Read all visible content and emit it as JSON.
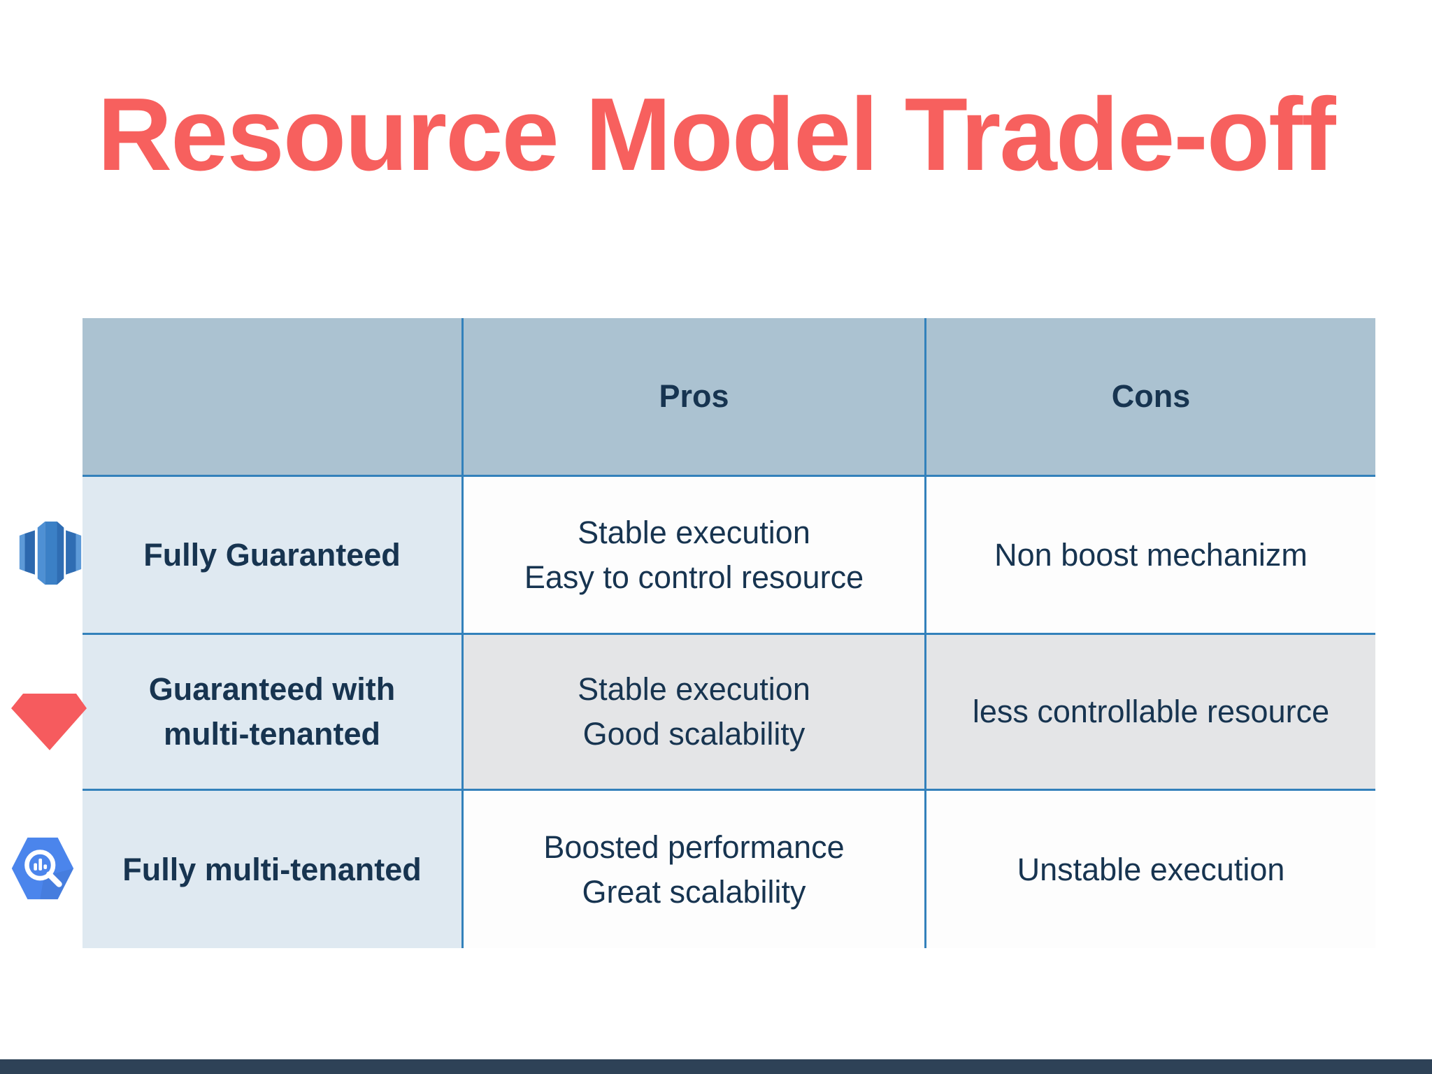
{
  "slide": {
    "title": "Resource Model Trade-off"
  },
  "table": {
    "header": {
      "corner": "",
      "pros": "Pros",
      "cons": "Cons"
    },
    "rows": [
      {
        "label": "Fully Guaranteed",
        "icon": "redshift-icon",
        "pros": "Stable execution\nEasy to control resource",
        "cons": "Non boost mechanizm"
      },
      {
        "label": "Guaranteed with\nmulti-tenanted",
        "icon": "gem-icon",
        "pros": "Stable execution\nGood scalability",
        "cons": "less controllable resource"
      },
      {
        "label": "Fully multi-tenanted",
        "icon": "bigquery-icon",
        "pros": "Boosted performance\nGreat scalability",
        "cons": "Unstable execution"
      }
    ]
  },
  "colors": {
    "title": "#f7605e",
    "header_bg": "#abc2d1",
    "label_bg": "#dfe9f1",
    "cell_white": "#fdfdfd",
    "cell_gray": "#e4e5e7",
    "grid_line": "#3381bb",
    "text": "#173450",
    "footer_bar": "#2e4257",
    "gem_red": "#f65b5e",
    "bigquery_blue": "#4b85ec",
    "redshift_blue": "#3b80c6"
  }
}
